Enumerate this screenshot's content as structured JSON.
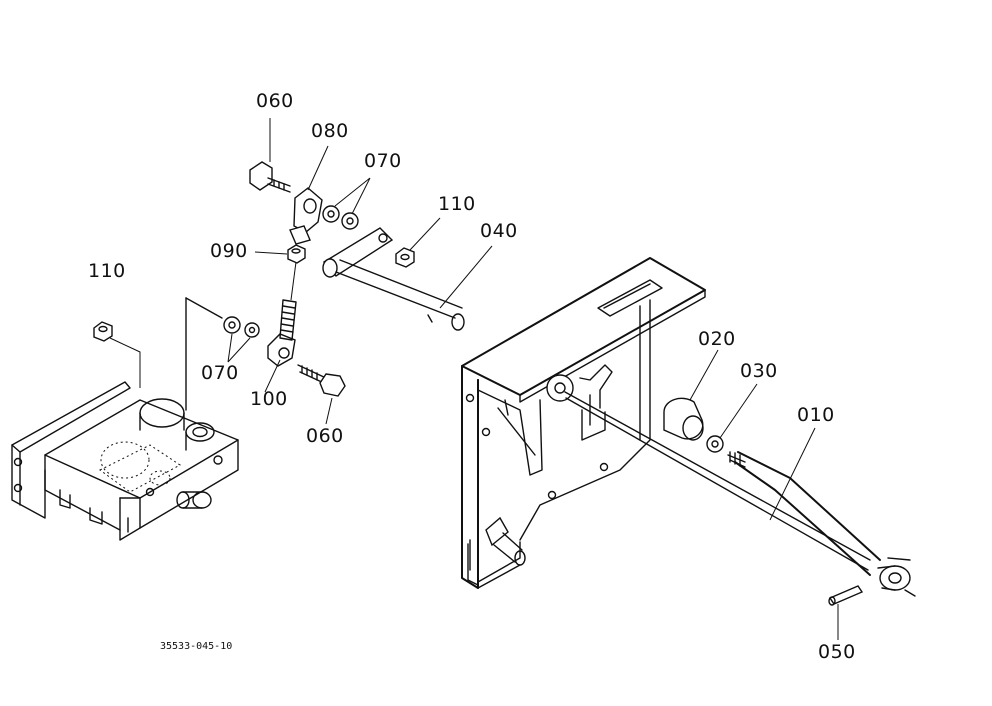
{
  "drawing_code": "35533-045-10",
  "callouts": [
    {
      "id": "c-060-top",
      "text": "060"
    },
    {
      "id": "c-080",
      "text": "080"
    },
    {
      "id": "c-070-top",
      "text": "070"
    },
    {
      "id": "c-110-top",
      "text": "110"
    },
    {
      "id": "c-040",
      "text": "040"
    },
    {
      "id": "c-090",
      "text": "090"
    },
    {
      "id": "c-110-left",
      "text": "110"
    },
    {
      "id": "c-070-bottom",
      "text": "070"
    },
    {
      "id": "c-100",
      "text": "100"
    },
    {
      "id": "c-060-bottom",
      "text": "060"
    },
    {
      "id": "c-020",
      "text": "020"
    },
    {
      "id": "c-030",
      "text": "030"
    },
    {
      "id": "c-010",
      "text": "010"
    },
    {
      "id": "c-050",
      "text": "050"
    }
  ]
}
